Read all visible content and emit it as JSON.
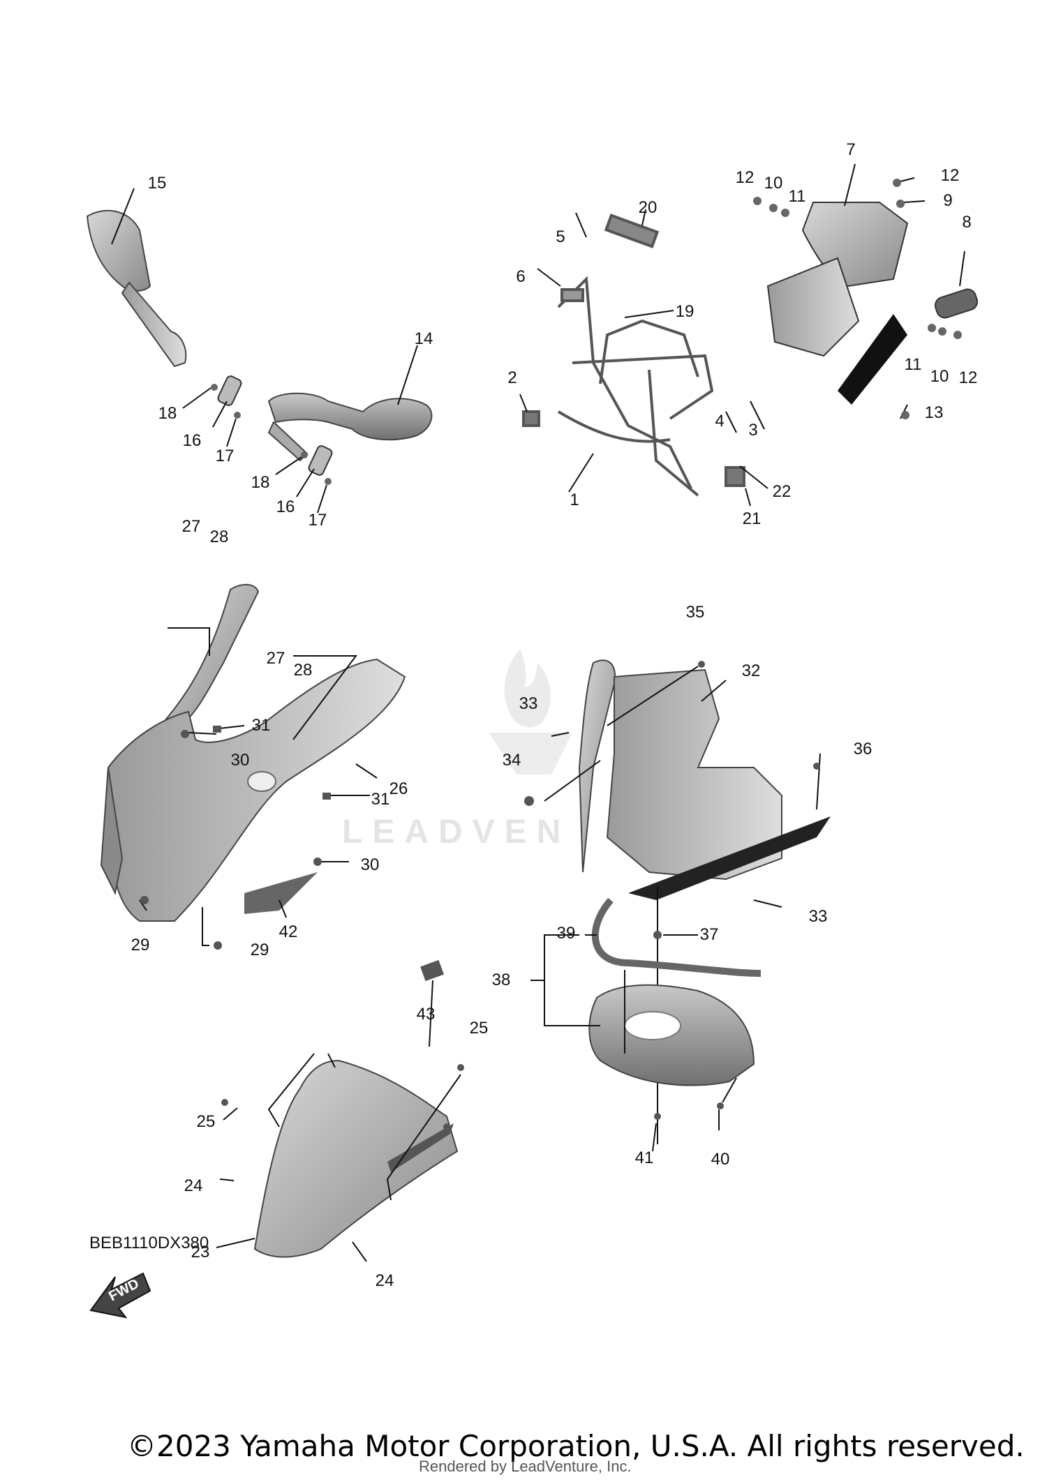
{
  "diagram": {
    "code": "BEB1110DX380",
    "fwd_label": "FWD",
    "watermark": "LEADVEN",
    "copyright": "©2023 Yamaha Motor Corporation, U.S.A. All rights reserved.",
    "rendered_by": "Rendered by LeadVenture, Inc.",
    "callouts": {
      "c1": "1",
      "c2": "2",
      "c3": "3",
      "c4": "4",
      "c5": "5",
      "c6": "6",
      "c7": "7",
      "c8": "8",
      "c9": "9",
      "c10a": "10",
      "c10b": "10",
      "c11a": "11",
      "c11b": "11",
      "c12a": "12",
      "c12b": "12",
      "c12c": "12",
      "c13": "13",
      "c14": "14",
      "c15": "15",
      "c16a": "16",
      "c16b": "16",
      "c17a": "17",
      "c17b": "17",
      "c18a": "18",
      "c18b": "18",
      "c19": "19",
      "c20": "20",
      "c21": "21",
      "c22": "22",
      "c23": "23",
      "c24a": "24",
      "c24b": "24",
      "c25a": "25",
      "c25b": "25",
      "c26": "26",
      "c27a": "27",
      "c27b": "27",
      "c28a": "28",
      "c28b": "28",
      "c29a": "29",
      "c29b": "29",
      "c30a": "30",
      "c30b": "30",
      "c31a": "31",
      "c31b": "31",
      "c32": "32",
      "c33a": "33",
      "c33b": "33",
      "c34": "34",
      "c35": "35",
      "c36": "36",
      "c37": "37",
      "c38": "38",
      "c39": "39",
      "c40": "40",
      "c41": "41",
      "c42": "42",
      "c43": "43"
    }
  }
}
